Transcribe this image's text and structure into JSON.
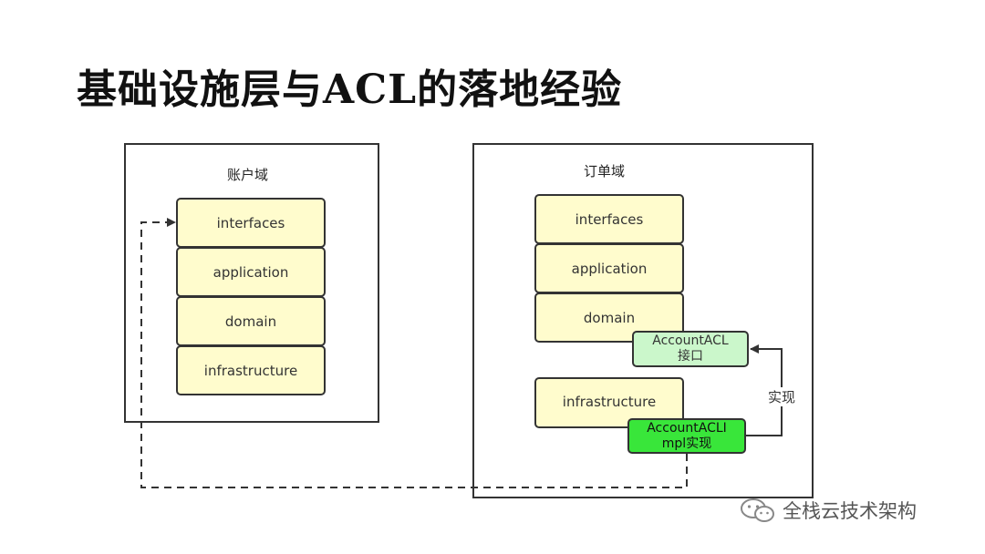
{
  "title": "基础设施层与ACL的落地经验",
  "account_domain": {
    "label": "账户域",
    "layers": [
      "interfaces",
      "application",
      "domain",
      "infrastructure"
    ]
  },
  "order_domain": {
    "label": "订单域",
    "layers": [
      "interfaces",
      "application",
      "domain",
      "infrastructure"
    ],
    "acl_interface": {
      "line1": "AccountACL",
      "line2": "接口"
    },
    "acl_impl": {
      "line1": "AccountACLI",
      "line2": "mpl实现"
    }
  },
  "realize_label": "实现",
  "watermark": {
    "text": "全栈云技术架构",
    "icon": "wechat-icon"
  },
  "colors": {
    "layer_fill": "#fffccd",
    "acl_interface_fill": "#cbf7cb",
    "acl_impl_fill": "#39e63a",
    "border": "#333333"
  }
}
